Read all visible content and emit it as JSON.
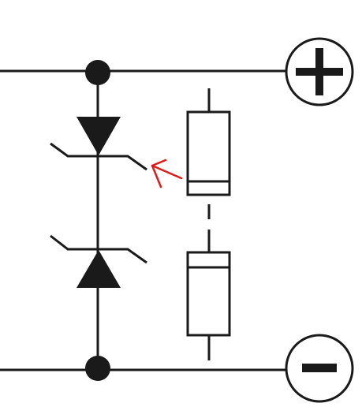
{
  "colors": {
    "ink": "#1a1a1a",
    "annotation": "#e01a1a",
    "background": "#ffffff"
  },
  "diagram": {
    "type": "circuit-schematic",
    "components": [
      {
        "kind": "positive-terminal",
        "icon": "plus-icon"
      },
      {
        "kind": "negative-terminal",
        "icon": "minus-icon"
      },
      {
        "kind": "junction-dot",
        "position": "top"
      },
      {
        "kind": "junction-dot",
        "position": "bottom"
      },
      {
        "kind": "tvs-diode",
        "orientation": "cathode-up"
      },
      {
        "kind": "tvs-diode",
        "orientation": "cathode-down"
      },
      {
        "kind": "diode-package-outline",
        "band": "bottom"
      },
      {
        "kind": "diode-package-outline",
        "band": "top"
      }
    ],
    "annotation": {
      "kind": "arrow",
      "color_key": "annotation",
      "points_to": "upper-tvs-diode"
    }
  }
}
